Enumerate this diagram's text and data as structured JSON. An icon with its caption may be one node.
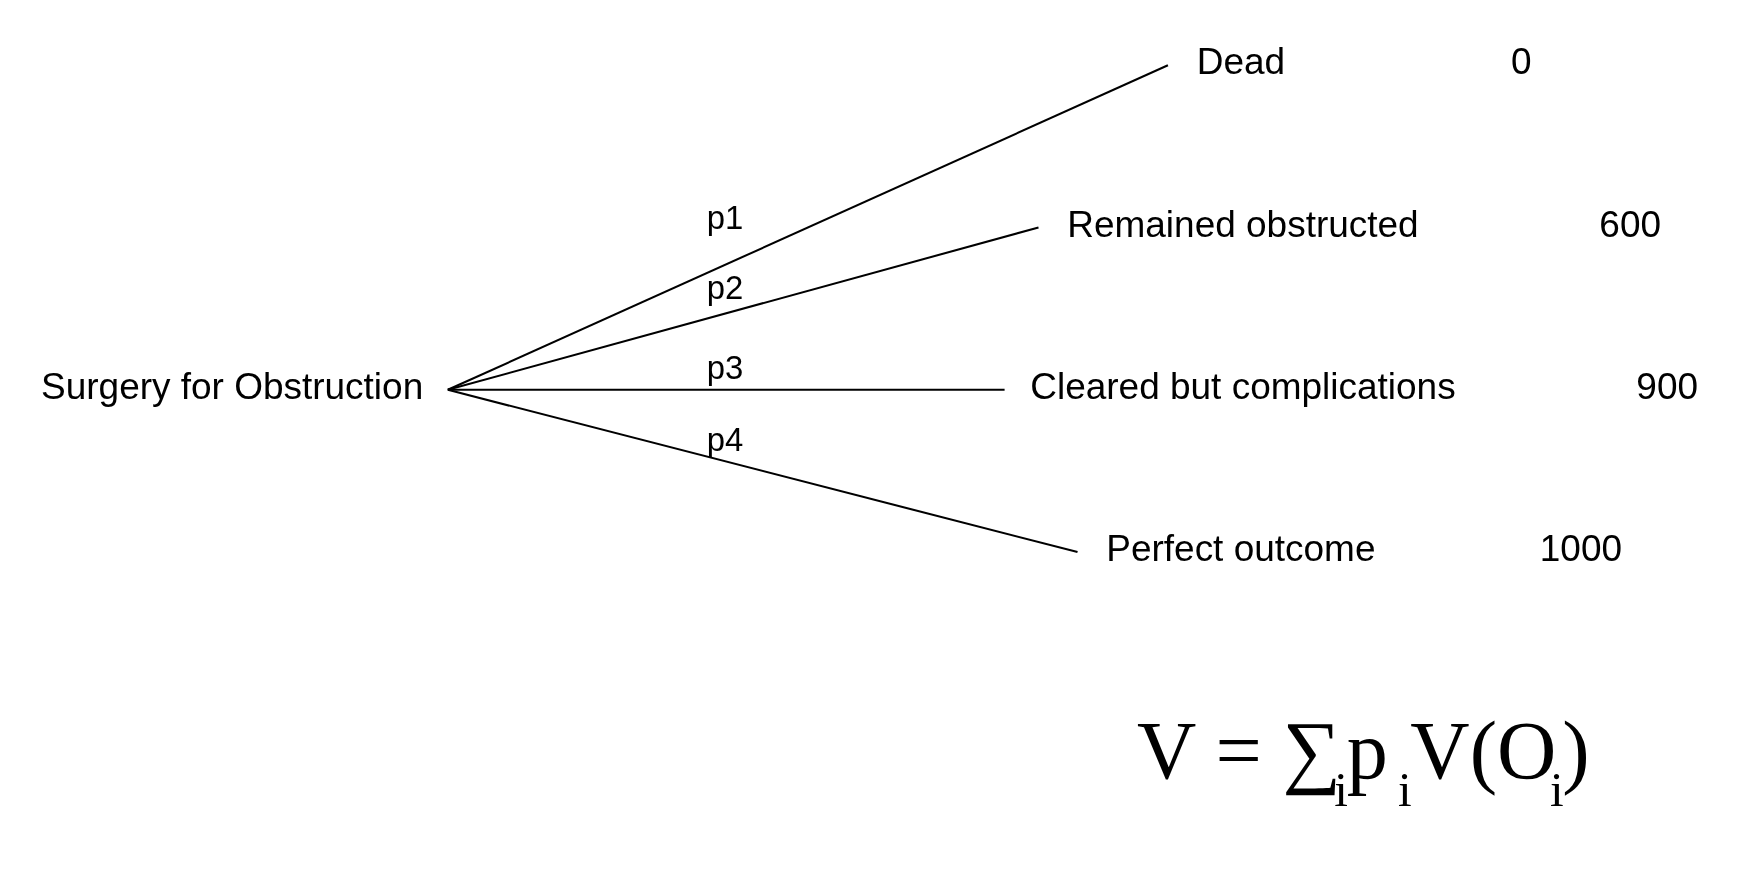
{
  "diagram": {
    "nodes": [
      {
        "text": [
          "Surgery for Obstruction"
        ]
      },
      {
        "text": [
          "Dead"
        ],
        "beside": [
          "0"
        ]
      },
      {
        "text": [
          "Remained obstructed"
        ],
        "beside": [
          "600"
        ]
      },
      {
        "text": [
          "Cleared but complications"
        ],
        "beside": [
          "900"
        ]
      },
      {
        "text": [
          "Perfect outcome"
        ],
        "beside": [
          "1000"
        ]
      }
    ],
    "edges": [
      {
        "from": 0,
        "to": 1,
        "arrow": "none",
        "label": "p1"
      },
      {
        "from": 0,
        "to": 2,
        "arrow": "none",
        "label": "p2"
      },
      {
        "from": 0,
        "to": 3,
        "arrow": "none",
        "label": "p3"
      },
      {
        "from": 0,
        "to": 4,
        "arrow": "none",
        "label": "p4"
      }
    ],
    "labels": [
      "V = ∑$_{i}$p$_{i}$V(O$_{i}$)"
    ]
  }
}
